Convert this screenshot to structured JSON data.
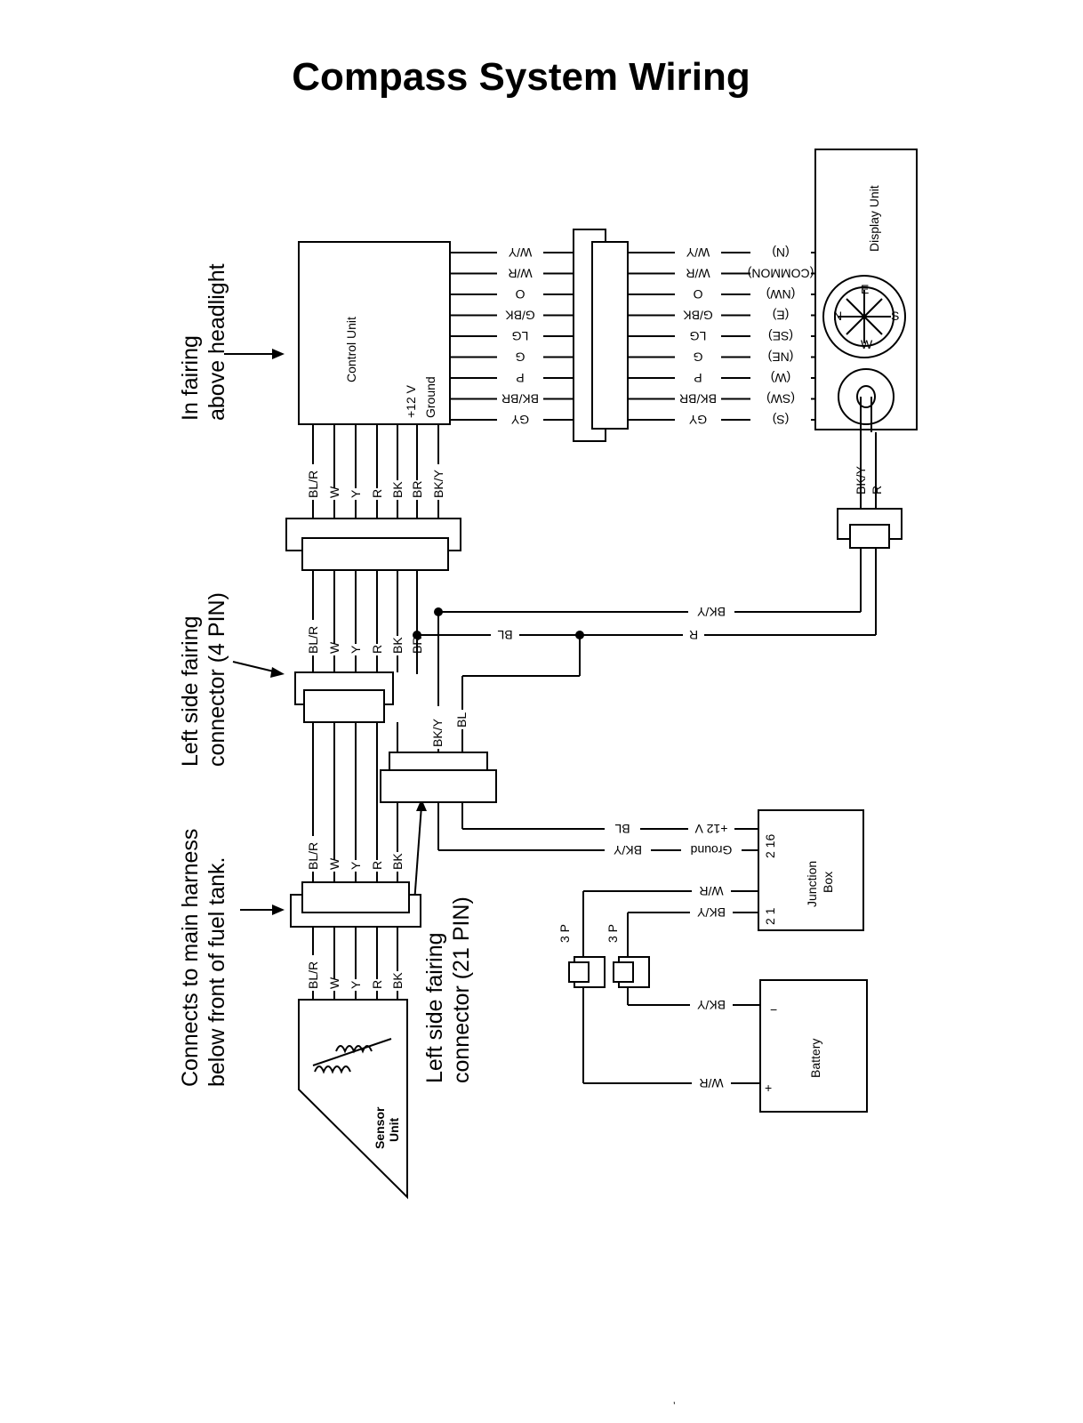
{
  "title": "Compass System Wiring",
  "callouts": {
    "headlight": [
      "In fairing",
      "above headlight"
    ],
    "fairing_4pin": [
      "Left side fairing",
      "connector (4 PIN)"
    ],
    "main_harness": [
      "Connects to main harness",
      "below front of fuel tank."
    ],
    "fairing_21pin": [
      "Left side fairing",
      "connector (21 PIN)"
    ]
  },
  "components": {
    "control_unit": "Control Unit",
    "control_unit_pins": [
      "+12 V",
      "Ground"
    ],
    "display_unit": "Display Unit",
    "sensor_unit": [
      "Sensor",
      "Unit"
    ],
    "junction_box": [
      "Junction",
      "Box"
    ],
    "junction_pins": [
      "2 16",
      "2 1"
    ],
    "battery": "Battery",
    "battery_terminals": [
      "−",
      "+"
    ],
    "connector_3p": "3 P"
  },
  "compass_rose": [
    "N",
    "E",
    "S",
    "W"
  ],
  "display_lines": [
    {
      "term": "(N)",
      "wire": "W/Y"
    },
    {
      "term": "(COMMON)",
      "wire": "W/R"
    },
    {
      "term": "(NW)",
      "wire": "O"
    },
    {
      "term": "(E)",
      "wire": "G/BK"
    },
    {
      "term": "(SE)",
      "wire": "LG"
    },
    {
      "term": "(NE)",
      "wire": "G"
    },
    {
      "term": "(W)",
      "wire": "P"
    },
    {
      "term": "(SW)",
      "wire": "BK/BR"
    },
    {
      "term": "(S)",
      "wire": "GY"
    }
  ],
  "control_wires": [
    "W/Y",
    "W/R",
    "O",
    "G/BK",
    "LG",
    "G",
    "P",
    "BK/BR",
    "GY"
  ],
  "harness_upper": [
    "BL/R",
    "W",
    "Y",
    "R",
    "BK",
    "BR",
    "BK/Y"
  ],
  "harness_mid": [
    "BL/R",
    "W",
    "Y",
    "R",
    "BK",
    "BR"
  ],
  "harness_lower": [
    "BL/R",
    "W",
    "Y",
    "R",
    "BK"
  ],
  "harness_sensor": [
    "BL/R",
    "W",
    "Y",
    "R",
    "BK"
  ],
  "display_power": [
    "BK/Y",
    "R"
  ],
  "cross_wires": [
    "BK/Y",
    "R",
    "BL"
  ],
  "conn21_wires": [
    "BK/Y",
    "BL"
  ],
  "junction_feed": [
    {
      "wire": "BL",
      "term": "+12 V"
    },
    {
      "wire": "BK/Y",
      "term": "Ground"
    },
    {
      "wire": "W/R",
      "term": ""
    },
    {
      "wire": "BK/Y",
      "term": ""
    }
  ],
  "battery_leads": [
    "BK/Y",
    "W/R"
  ],
  "page_mark": "ʼ"
}
